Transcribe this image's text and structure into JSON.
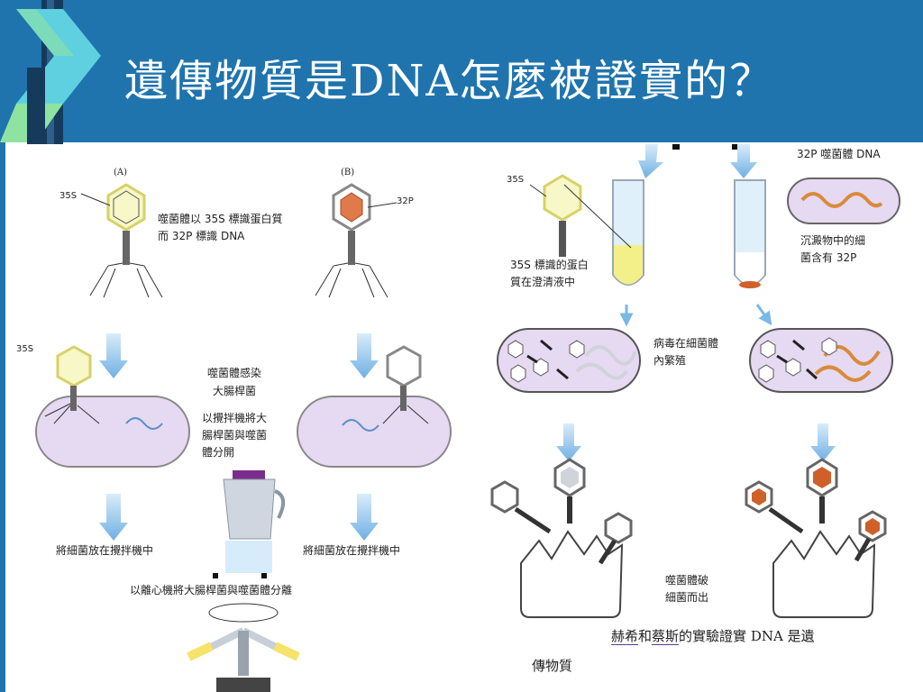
{
  "slide": {
    "title": "遺傳物質是DNA怎麼被證實的？",
    "colors": {
      "header": "#1f74ae",
      "accent_cyan": "#5fd0e0",
      "accent_green": "#8fe3a0",
      "dark_blue": "#163a5c"
    }
  },
  "figure": {
    "panel_a_label": "(A)",
    "panel_b_label": "(B)",
    "s35_label": "35S",
    "p32_label": "32P",
    "s35_label_lower": "35S",
    "label_phage_marking_line1": "噬菌體以 35S 標識蛋白質",
    "label_phage_marking_line2": "而 32P 標識 DNA",
    "label_infect_line1": "噬菌體感染",
    "label_infect_line2": "大腸桿菌",
    "label_blender_line1": "以攪拌機將大",
    "label_blender_line2": "腸桿菌與噬菌",
    "label_blender_line3": "體分開",
    "label_put_blender_left": "將細菌放在攪拌機中",
    "label_put_blender_right": "將細菌放在攪拌機中",
    "label_centrifuge": "以離心機將大腸桿菌與噬菌體分離",
    "label_s35_supernatant_line1": "35S 標識的蛋白",
    "label_s35_supernatant_line2": "質在澄清液中",
    "label_s35_tube": "35S",
    "label_p32_phage_dna": "32P 噬菌體 DNA",
    "label_sediment_line1": "沉澱物中的細",
    "label_sediment_line2": "菌含有 32P",
    "label_virus_reproduce_line1": "病毒在細菌體",
    "label_virus_reproduce_line2": "內繁殖",
    "label_burst_line1": "噬菌體破",
    "label_burst_line2": "細菌而出",
    "caption_part1": "赫希",
    "caption_and": "和",
    "caption_part2": "蔡斯",
    "caption_part3": "的實驗證實 DNA 是遺",
    "caption_line2": "傳物質"
  }
}
